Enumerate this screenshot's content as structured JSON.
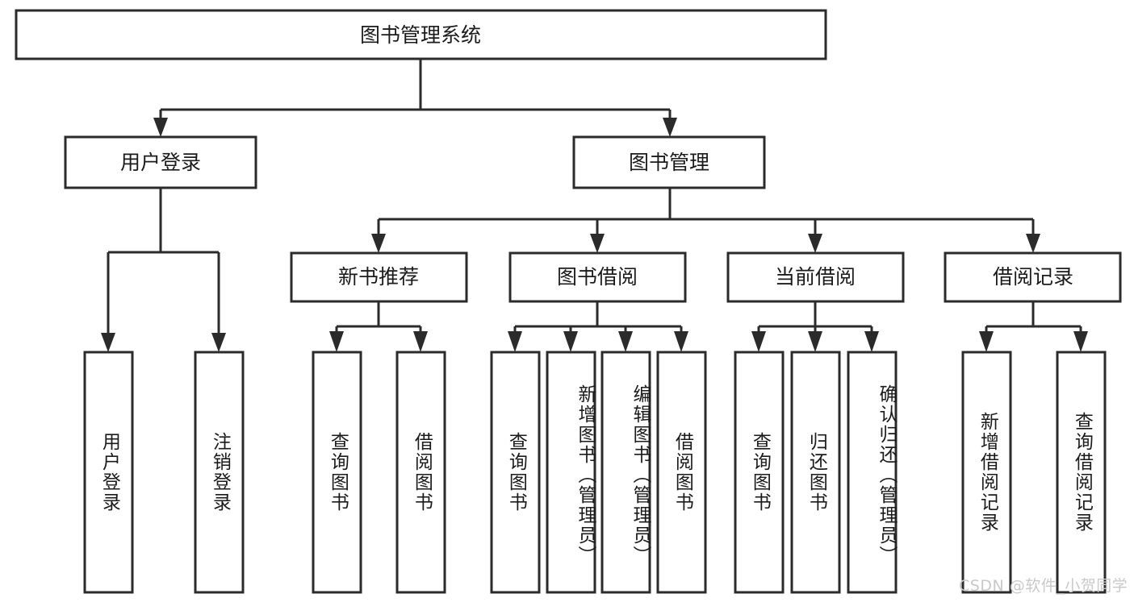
{
  "diagram": {
    "type": "tree-hierarchy",
    "title": "图书管理系统",
    "watermark": "CSDN @软件_小贺同学",
    "colors": {
      "box_stroke": "#2b2b2b",
      "box_fill": "#ffffff",
      "connector": "#2b2b2b",
      "text": "#1b1b1b",
      "background": "#ffffff",
      "watermark": "#c9c9c9"
    },
    "root": {
      "id": "root",
      "label": "图书管理系统",
      "level": 1,
      "orientation": "horizontal"
    },
    "level2": [
      {
        "id": "user-login",
        "label": "用户登录",
        "children": [
          {
            "id": "user-login-do",
            "label": "用户登录"
          },
          {
            "id": "user-logout",
            "label": "注销登录"
          }
        ]
      },
      {
        "id": "book-management",
        "label": "图书管理",
        "children": []
      }
    ],
    "level3": [
      {
        "id": "new-book-recommend",
        "label": "新书推荐",
        "parent": "book-management",
        "children": [
          {
            "id": "nbr-query-book",
            "label": "查询图书"
          },
          {
            "id": "nbr-borrow-book",
            "label": "借阅图书"
          }
        ]
      },
      {
        "id": "book-borrow",
        "label": "图书借阅",
        "parent": "book-management",
        "children": [
          {
            "id": "bb-query-book",
            "label": "查询图书"
          },
          {
            "id": "bb-add-book",
            "label": "新增图书（管理员）"
          },
          {
            "id": "bb-edit-book",
            "label": "编辑图书（管理员）"
          },
          {
            "id": "bb-borrow-book",
            "label": "借阅图书"
          }
        ]
      },
      {
        "id": "current-borrow",
        "label": "当前借阅",
        "parent": "book-management",
        "children": [
          {
            "id": "cb-query-book",
            "label": "查询图书"
          },
          {
            "id": "cb-return-book",
            "label": "归还图书"
          },
          {
            "id": "cb-confirm-return",
            "label": "确认归还（管理员）"
          }
        ]
      },
      {
        "id": "borrow-records",
        "label": "借阅记录",
        "parent": "book-management",
        "children": [
          {
            "id": "br-add-record",
            "label": "新增借阅记录"
          },
          {
            "id": "br-query-record",
            "label": "查询借阅记录"
          }
        ]
      }
    ]
  }
}
